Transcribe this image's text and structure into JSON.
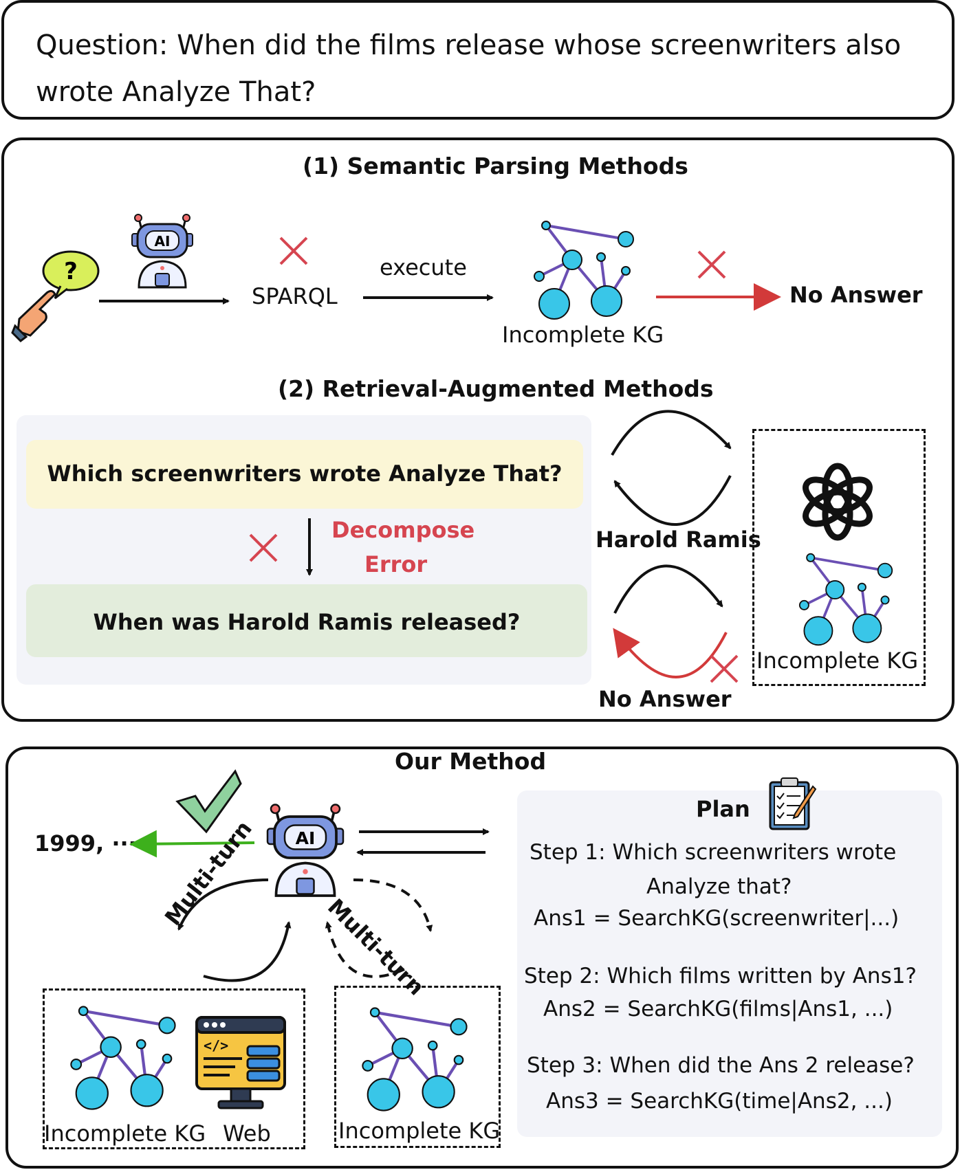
{
  "question": "Question: When did the films release whose screenwriters also wrote Analyze That?",
  "sec1": {
    "title": "(1) Semantic Parsing Methods",
    "ai_label": "AI",
    "sparql": "SPARQL",
    "execute": "execute",
    "kg_label": "Incomplete KG",
    "no_answer": "No Answer"
  },
  "sec2": {
    "title": "(2) Retrieval-Augmented Methods",
    "q1": "Which screenwriters wrote Analyze That?",
    "decompose1": "Decompose",
    "decompose2": "Error",
    "q2": "When was Harold Ramis released?",
    "harold": "Harold Ramis",
    "no_answer": "No Answer",
    "kg_label": "Incomplete KG"
  },
  "our": {
    "title": "Our Method",
    "answer": "1999, ···",
    "ai_label": "AI",
    "multi_turn_left": "Multi-turn",
    "multi_turn_right": "Multi-turn",
    "kg_label_left": "Incomplete KG",
    "web_label": "Web",
    "kg_label_right": "Incomplete KG",
    "code_glyph": "</>",
    "plan": {
      "title": "Plan",
      "s1a": "Step  1: Which screenwriters wrote",
      "s1b": "Analyze  that?",
      "s1c": "Ans1  =  SearchKG(screenwriter|...)",
      "s2a": "Step  2: Which films written by Ans1?",
      "s2b": "Ans2  =  SearchKG(films|Ans1, ...)",
      "s3a": "Step  3: When did the Ans 2 release?",
      "s3b": "Ans3  =  SearchKG(time|Ans2, ...)"
    }
  },
  "colors": {
    "red": "#d64550",
    "green": "#3db01c",
    "node": "#39c6e8",
    "yellow_box": "#fbf6d6",
    "green_box": "#e3eddc",
    "grey_box": "#f3f4f9"
  }
}
